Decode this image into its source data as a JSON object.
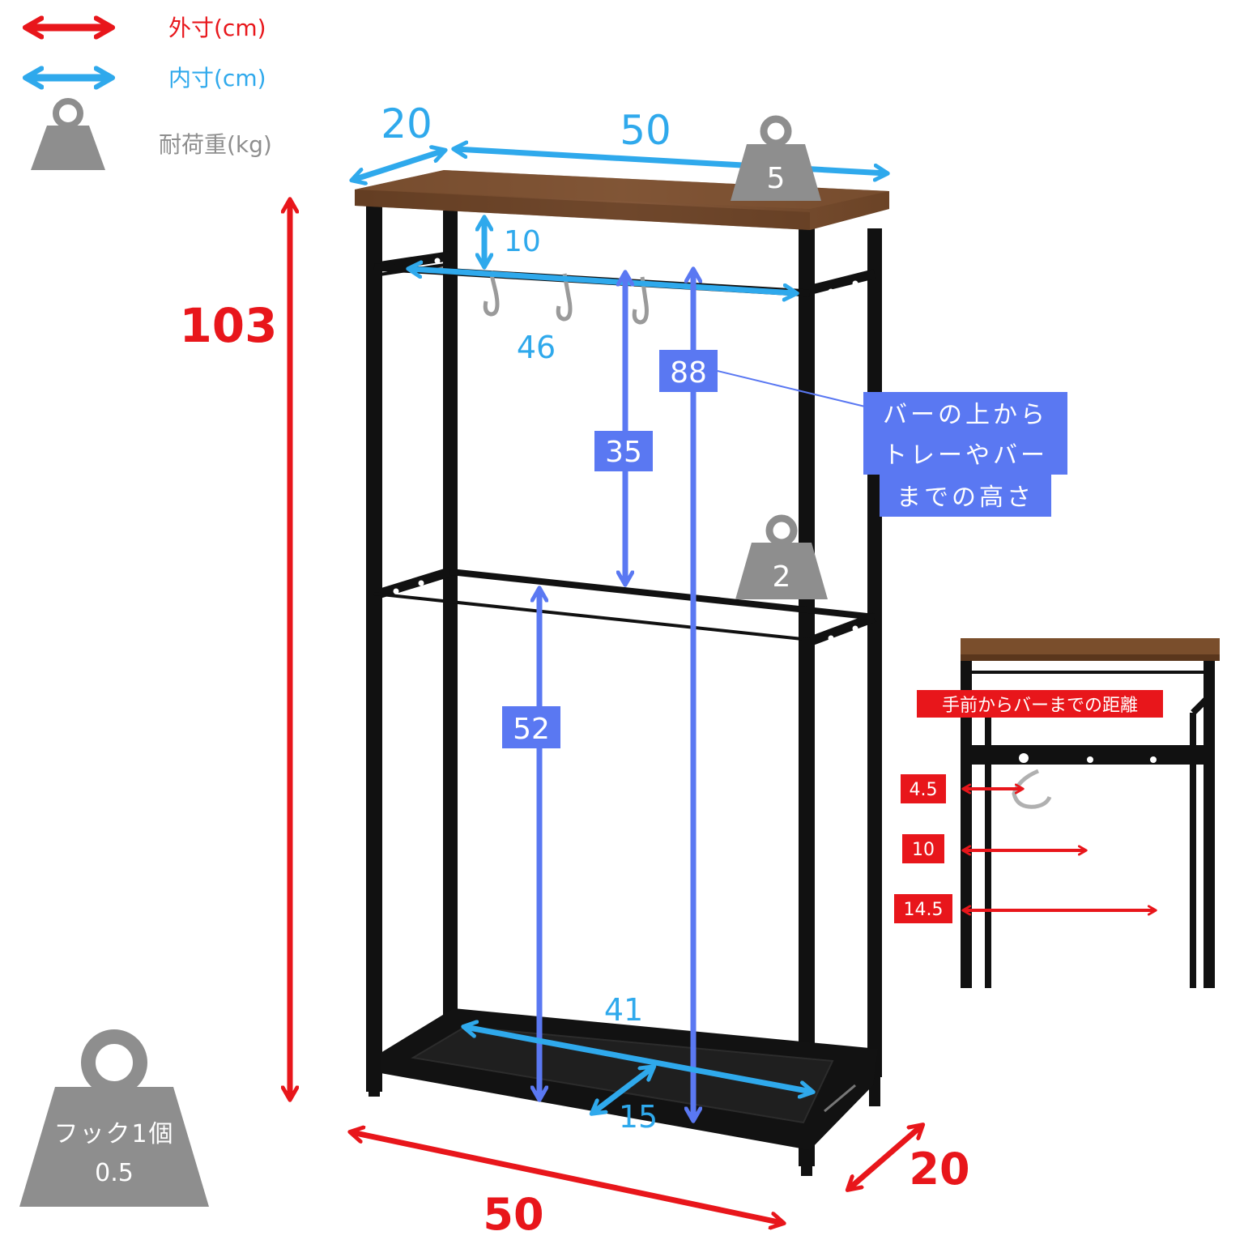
{
  "colors": {
    "outer": "#e8161b",
    "inner": "#2fa9ec",
    "blue_label": "#4f6ff0",
    "weight": "#8e8e8e",
    "frame": "#111111",
    "wood": "#7a4e2c",
    "wood_dark": "#5a361c"
  },
  "legend": {
    "outer_label": "外寸(cm)",
    "inner_label": "内寸(cm)",
    "load_label": "耐荷重(kg)"
  },
  "dims": {
    "top_depth": "20",
    "top_width": "50",
    "top_load": "5",
    "bar_gap": "10",
    "bar_width": "46",
    "height_total": "103",
    "bar_to_mid": "35",
    "bar_to_tray": "88",
    "mid_load": "2",
    "mid_to_tray": "52",
    "tray_width": "41",
    "tray_depth": "15",
    "base_width": "50",
    "base_depth": "20"
  },
  "note": {
    "line1": "バーの上から",
    "line2": "トレーやバー",
    "line3": "までの高さ"
  },
  "hook_load": {
    "line1": "フック1個",
    "line2": "0.5"
  },
  "detail": {
    "title": "手前からバーまでの距離",
    "d1": "4.5",
    "d2": "10",
    "d3": "14.5"
  }
}
